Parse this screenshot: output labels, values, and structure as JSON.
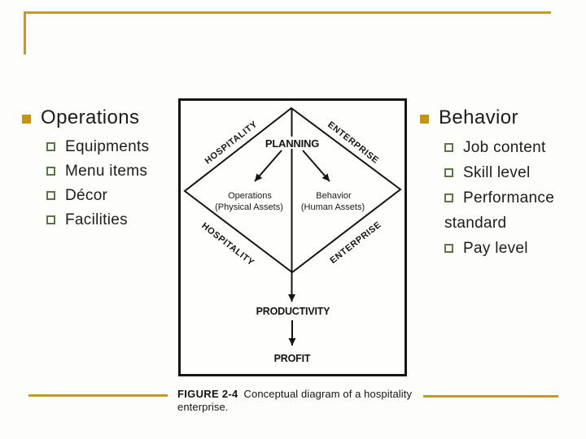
{
  "slide_type": "presentation-slide",
  "colors": {
    "gold_rule": "#c19a2f",
    "bullet_filled": "#c49310",
    "bullet_hollow_border": "#5e7442",
    "text": "#1c1c1c",
    "diagram_ink": "#141414",
    "background": "#fdfdfb"
  },
  "left_section": {
    "title": "Operations",
    "items": [
      "Equipments",
      "Menu items",
      "Décor",
      "Facilities"
    ]
  },
  "right_section": {
    "title": "Behavior",
    "items": [
      "Job content",
      "Skill level",
      "Performance standard",
      "Pay level"
    ]
  },
  "figure": {
    "top_label": "PLANNING",
    "upper_left_edge": "HOSPITALITY",
    "upper_right_edge": "ENTERPRISE",
    "lower_left_edge": "HOSPITALITY",
    "lower_right_edge": "ENTERPRISE",
    "left_node_title": "Operations",
    "left_node_sub": "(Physical Assets)",
    "right_node_title": "Behavior",
    "right_node_sub": "(Human Assets)",
    "flow1": "PRODUCTIVITY",
    "flow2": "PROFIT",
    "caption_label": "FIGURE 2-4",
    "caption_text": "Conceptual diagram of a hospitality enterprise."
  }
}
